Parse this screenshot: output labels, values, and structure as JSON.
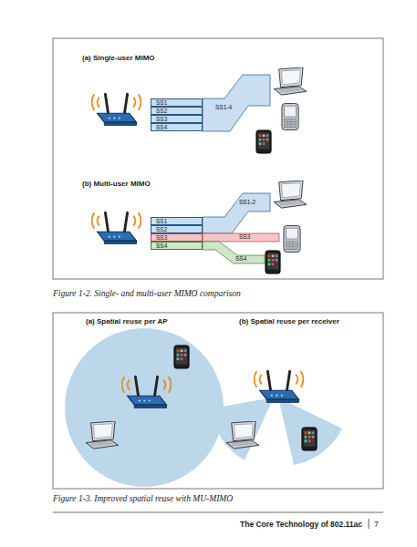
{
  "diagram": {
    "nodes": [
      {
        "text": [
          "SS1"
        ]
      },
      {
        "text": [
          "SS2"
        ]
      },
      {
        "text": [
          "SS3"
        ]
      },
      {
        "text": [
          "SS4"
        ]
      },
      {
        "text": [
          "SS1-4"
        ]
      },
      {
        "text": [
          "SS1"
        ]
      },
      {
        "text": [
          "SS2"
        ]
      },
      {
        "text": [
          "SS3"
        ]
      },
      {
        "text": [
          "SS4"
        ]
      },
      {
        "text": [
          "SS1-2"
        ]
      },
      {
        "text": [
          "SS3"
        ]
      },
      {
        "text": [
          "SS4"
        ]
      }
    ],
    "labels": [
      "(a) Single-user MIMO",
      "(b) Multi-user MIMO",
      "Figure 1-2. Single- and multi-user MIMO comparison",
      "(a) Spatial reuse per AP",
      "(b) Spatial reuse per receiver",
      "Figure 1-3. Improved spatial reuse with MU-MIMO",
      "The Core Technology of 802.11ac",
      "7"
    ]
  }
}
